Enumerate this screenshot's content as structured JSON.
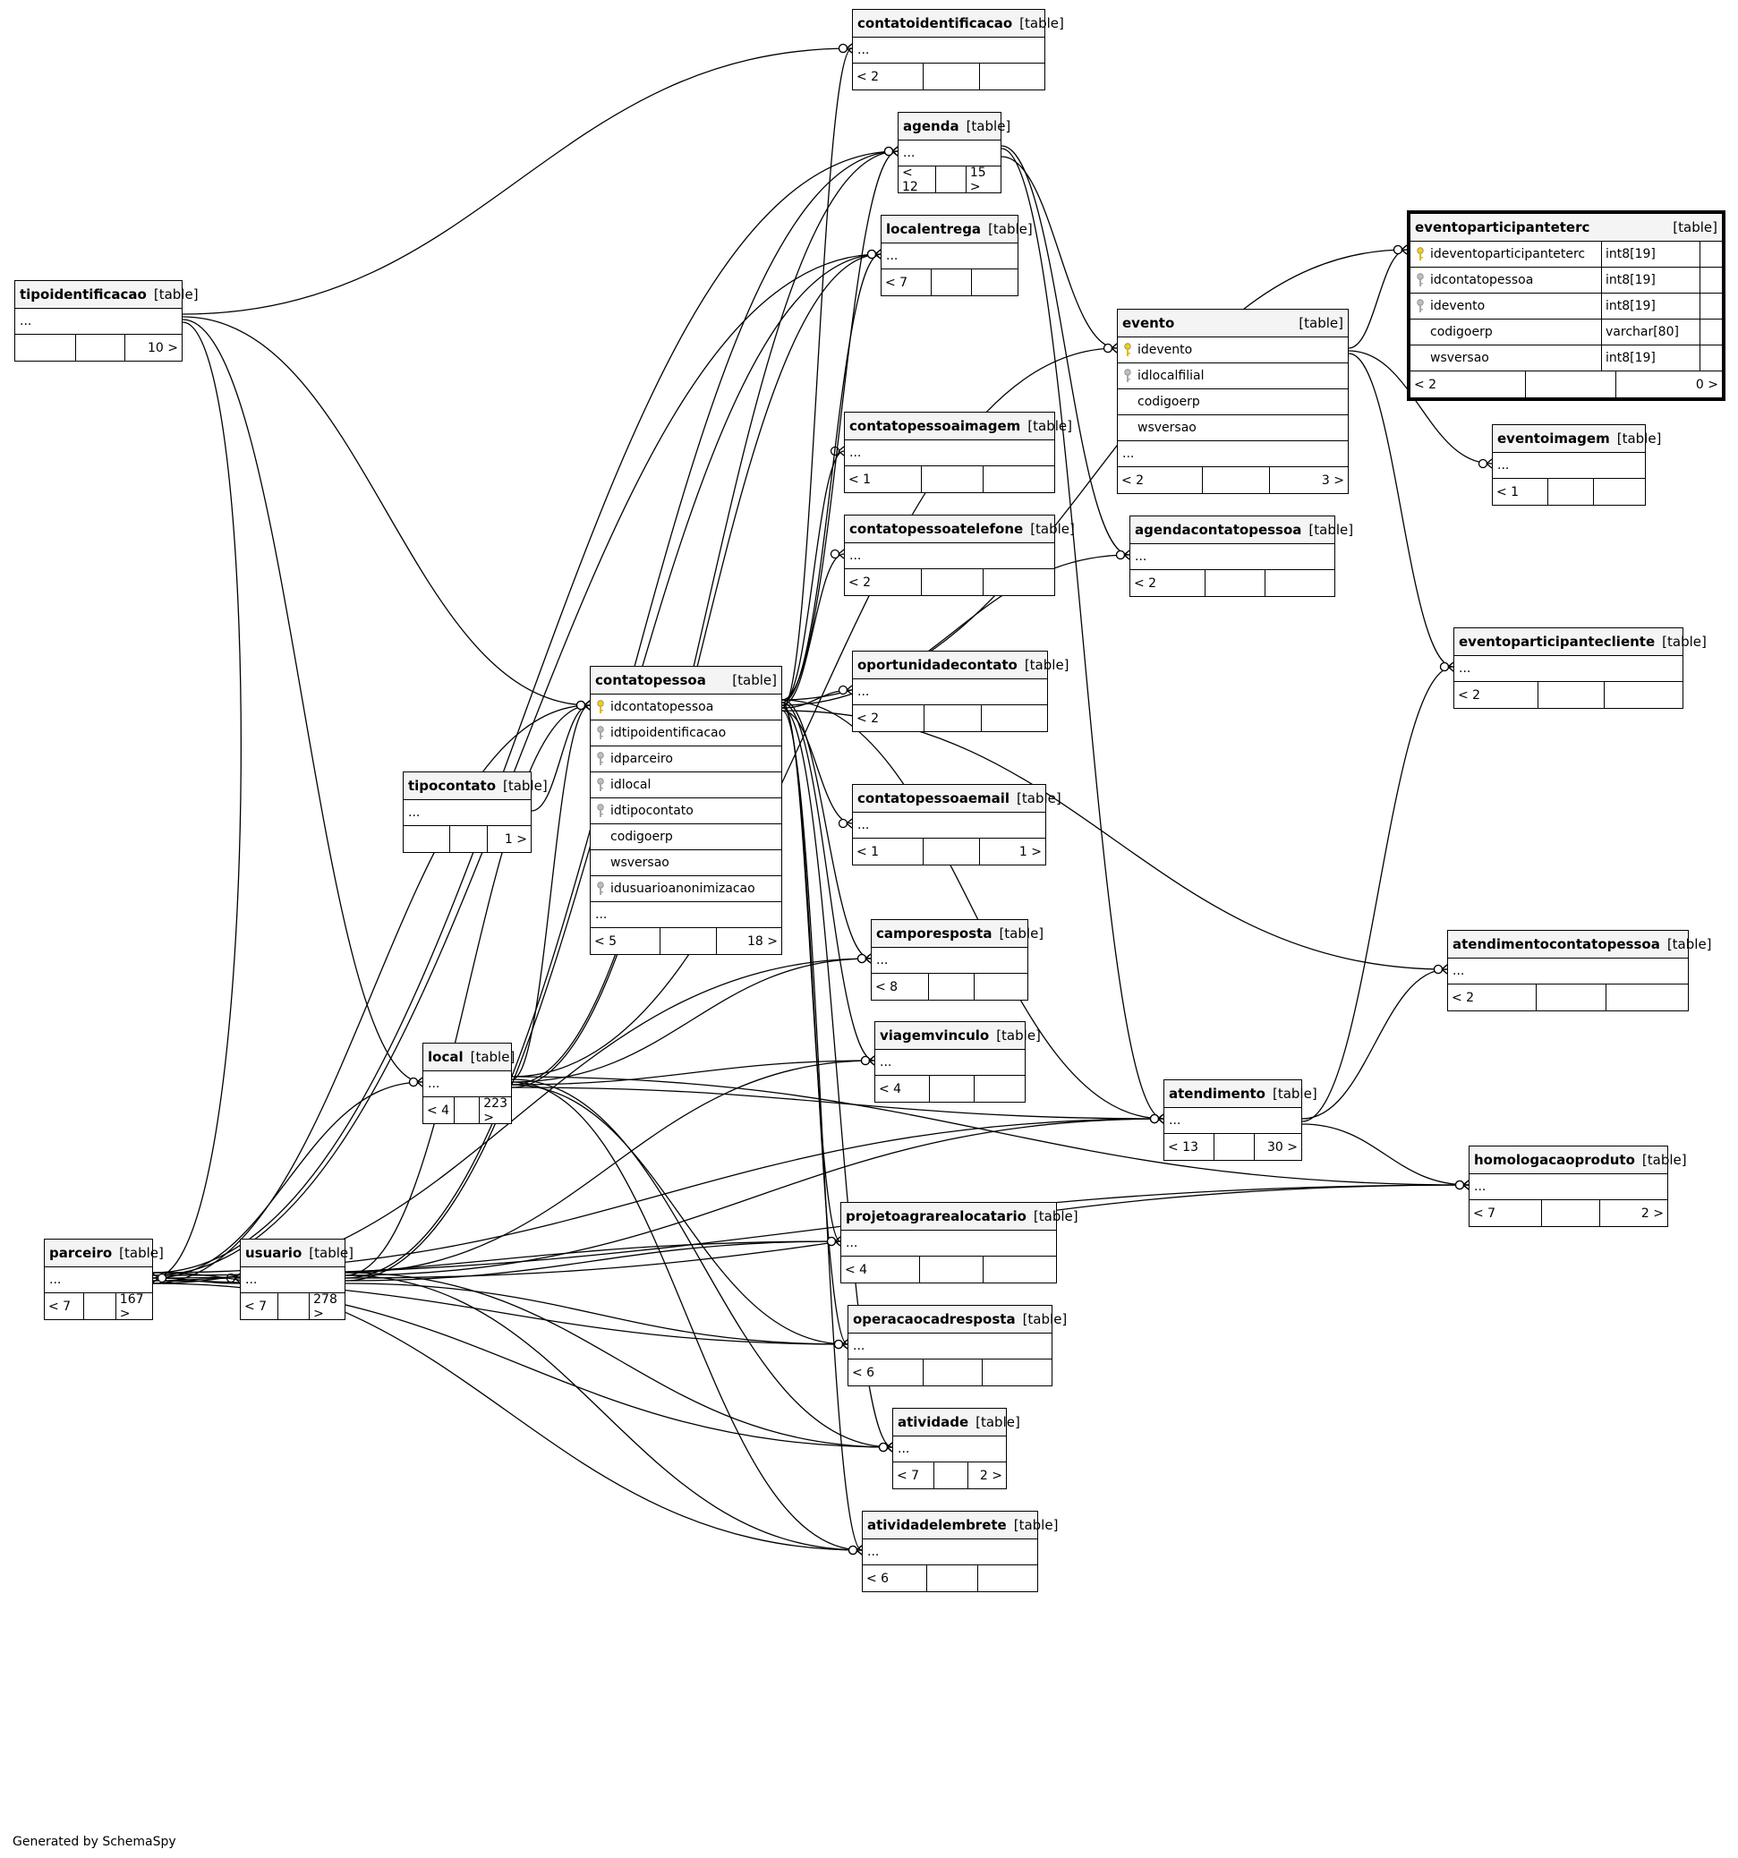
{
  "footer_text": "Generated by SchemaSpy",
  "tables": [
    {
      "id": "contatoidentificacao",
      "name": "contatoidentificacao",
      "type": "[table]",
      "columns": [],
      "ellipsis": "...",
      "left": "< 2",
      "right": ""
    },
    {
      "id": "agenda",
      "name": "agenda",
      "type": "[table]",
      "columns": [],
      "ellipsis": "...",
      "left": "< 12",
      "right": "15 >"
    },
    {
      "id": "localentrega",
      "name": "localentrega",
      "type": "[table]",
      "columns": [],
      "ellipsis": "...",
      "left": "< 7",
      "right": ""
    },
    {
      "id": "tipoidentificacao",
      "name": "tipoidentificacao",
      "type": "[table]",
      "columns": [],
      "ellipsis": "...",
      "left": "",
      "right": "10 >"
    },
    {
      "id": "eventoparticipanteterc",
      "name": "eventoparticipanteterc",
      "type": "[table]",
      "focus": true,
      "columns": [
        {
          "name": "ideventoparticipanteterc",
          "type": "int8[19]",
          "key": "pk"
        },
        {
          "name": "idcontatopessoa",
          "type": "int8[19]",
          "key": "fk"
        },
        {
          "name": "idevento",
          "type": "int8[19]",
          "key": "fk"
        },
        {
          "name": "codigoerp",
          "type": "varchar[80]",
          "key": ""
        },
        {
          "name": "wsversao",
          "type": "int8[19]",
          "key": ""
        }
      ],
      "ellipsis": null,
      "left": "< 2",
      "right": "0 >"
    },
    {
      "id": "evento",
      "name": "evento",
      "type": "[table]",
      "columns": [
        {
          "name": "idevento",
          "key": "pk"
        },
        {
          "name": "idlocalfilial",
          "key": "fk"
        },
        {
          "name": "codigoerp",
          "key": ""
        },
        {
          "name": "wsversao",
          "key": ""
        }
      ],
      "ellipsis": "...",
      "left": "< 2",
      "right": "3 >"
    },
    {
      "id": "eventoimagem",
      "name": "eventoimagem",
      "type": "[table]",
      "columns": [],
      "ellipsis": "...",
      "left": "< 1",
      "right": ""
    },
    {
      "id": "contatopessoaimagem",
      "name": "contatopessoaimagem",
      "type": "[table]",
      "columns": [],
      "ellipsis": "...",
      "left": "< 1",
      "right": ""
    },
    {
      "id": "contatopessoatelefone",
      "name": "contatopessoatelefone",
      "type": "[table]",
      "columns": [],
      "ellipsis": "...",
      "left": "< 2",
      "right": ""
    },
    {
      "id": "agendacontatopessoa",
      "name": "agendacontatopessoa",
      "type": "[table]",
      "columns": [],
      "ellipsis": "...",
      "left": "< 2",
      "right": ""
    },
    {
      "id": "eventoparticipantecliente",
      "name": "eventoparticipantecliente",
      "type": "[table]",
      "columns": [],
      "ellipsis": "...",
      "left": "< 2",
      "right": ""
    },
    {
      "id": "contatopessoa",
      "name": "contatopessoa",
      "type": "[table]",
      "columns": [
        {
          "name": "idcontatopessoa",
          "key": "pk"
        },
        {
          "name": "idtipoidentificacao",
          "key": "fk"
        },
        {
          "name": "idparceiro",
          "key": "fk"
        },
        {
          "name": "idlocal",
          "key": "fk"
        },
        {
          "name": "idtipocontato",
          "key": "fk"
        },
        {
          "name": "codigoerp",
          "key": ""
        },
        {
          "name": "wsversao",
          "key": ""
        },
        {
          "name": "idusuarioanonimizacao",
          "key": "fk"
        }
      ],
      "ellipsis": "...",
      "left": "< 5",
      "right": "18 >"
    },
    {
      "id": "oportunidadecontato",
      "name": "oportunidadecontato",
      "type": "[table]",
      "columns": [],
      "ellipsis": "...",
      "left": "< 2",
      "right": ""
    },
    {
      "id": "tipocontato",
      "name": "tipocontato",
      "type": "[table]",
      "columns": [],
      "ellipsis": "...",
      "left": "",
      "right": "1 >"
    },
    {
      "id": "contatopessoaemail",
      "name": "contatopessoaemail",
      "type": "[table]",
      "columns": [],
      "ellipsis": "...",
      "left": "< 1",
      "right": "1 >"
    },
    {
      "id": "camporesposta",
      "name": "camporesposta",
      "type": "[table]",
      "columns": [],
      "ellipsis": "...",
      "left": "< 8",
      "right": ""
    },
    {
      "id": "atendimentocontatopessoa",
      "name": "atendimentocontatopessoa",
      "type": "[table]",
      "columns": [],
      "ellipsis": "...",
      "left": "< 2",
      "right": ""
    },
    {
      "id": "viagemvinculo",
      "name": "viagemvinculo",
      "type": "[table]",
      "columns": [],
      "ellipsis": "...",
      "left": "< 4",
      "right": ""
    },
    {
      "id": "local",
      "name": "local",
      "type": "[table]",
      "columns": [],
      "ellipsis": "...",
      "left": "< 4",
      "right": "223 >"
    },
    {
      "id": "atendimento",
      "name": "atendimento",
      "type": "[table]",
      "columns": [],
      "ellipsis": "...",
      "left": "< 13",
      "right": "30 >"
    },
    {
      "id": "homologacaoproduto",
      "name": "homologacaoproduto",
      "type": "[table]",
      "columns": [],
      "ellipsis": "...",
      "left": "< 7",
      "right": "2 >"
    },
    {
      "id": "parceiro",
      "name": "parceiro",
      "type": "[table]",
      "columns": [],
      "ellipsis": "...",
      "left": "< 7",
      "right": "167 >"
    },
    {
      "id": "usuario",
      "name": "usuario",
      "type": "[table]",
      "columns": [],
      "ellipsis": "...",
      "left": "< 7",
      "right": "278 >"
    },
    {
      "id": "projetoagrarealocatario",
      "name": "projetoagrarealocatario",
      "type": "[table]",
      "columns": [],
      "ellipsis": "...",
      "left": "< 4",
      "right": ""
    },
    {
      "id": "operacaocadresposta",
      "name": "operacaocadresposta",
      "type": "[table]",
      "columns": [],
      "ellipsis": "...",
      "left": "< 6",
      "right": ""
    },
    {
      "id": "atividade",
      "name": "atividade",
      "type": "[table]",
      "columns": [],
      "ellipsis": "...",
      "left": "< 7",
      "right": "2 >"
    },
    {
      "id": "atividadelembrete",
      "name": "atividadelembrete",
      "type": "[table]",
      "columns": [],
      "ellipsis": "...",
      "left": "< 6",
      "right": ""
    }
  ],
  "relationships": [
    [
      "tipoidentificacao",
      "contatoidentificacao"
    ],
    [
      "tipoidentificacao",
      "contatopessoa"
    ],
    [
      "tipoidentificacao",
      "local"
    ],
    [
      "tipoidentificacao",
      "parceiro"
    ],
    [
      "agenda",
      "evento"
    ],
    [
      "agenda",
      "agendacontatopessoa"
    ],
    [
      "agenda",
      "atendimento"
    ],
    [
      "evento",
      "eventoparticipanteterc"
    ],
    [
      "evento",
      "eventoimagem"
    ],
    [
      "evento",
      "eventoparticipantecliente"
    ],
    [
      "contatopessoa",
      "eventoparticipanteterc"
    ],
    [
      "contatopessoa",
      "contatopessoaimagem"
    ],
    [
      "contatopessoa",
      "contatopessoatelefone"
    ],
    [
      "contatopessoa",
      "oportunidadecontato"
    ],
    [
      "contatopessoa",
      "contatopessoaemail"
    ],
    [
      "contatopessoa",
      "camporesposta"
    ],
    [
      "contatopessoa",
      "viagemvinculo"
    ],
    [
      "contatopessoa",
      "agendacontatopessoa"
    ],
    [
      "contatopessoa",
      "contatoidentificacao"
    ],
    [
      "contatopessoa",
      "atendimentocontatopessoa"
    ],
    [
      "contatopessoa",
      "atendimento"
    ],
    [
      "contatopessoa",
      "projetoagrarealocatario"
    ],
    [
      "contatopessoa",
      "operacaocadresposta"
    ],
    [
      "contatopessoa",
      "atividade"
    ],
    [
      "contatopessoa",
      "atividadelembrete"
    ],
    [
      "contatopessoa",
      "agenda"
    ],
    [
      "contatopessoa",
      "localentrega"
    ],
    [
      "tipocontato",
      "contatopessoa"
    ],
    [
      "local",
      "agenda"
    ],
    [
      "local",
      "localentrega"
    ],
    [
      "local",
      "evento"
    ],
    [
      "local",
      "contatopessoa"
    ],
    [
      "local",
      "camporesposta"
    ],
    [
      "local",
      "viagemvinculo"
    ],
    [
      "local",
      "atendimento"
    ],
    [
      "local",
      "homologacaoproduto"
    ],
    [
      "local",
      "atividade"
    ],
    [
      "local",
      "atividadelembrete"
    ],
    [
      "local",
      "operacaocadresposta"
    ],
    [
      "parceiro",
      "contatopessoa"
    ],
    [
      "parceiro",
      "agenda"
    ],
    [
      "parceiro",
      "localentrega"
    ],
    [
      "parceiro",
      "local"
    ],
    [
      "parceiro",
      "usuario"
    ],
    [
      "parceiro",
      "camporesposta"
    ],
    [
      "parceiro",
      "atendimento"
    ],
    [
      "parceiro",
      "homologacaoproduto"
    ],
    [
      "parceiro",
      "projetoagrarealocatario"
    ],
    [
      "parceiro",
      "operacaocadresposta"
    ],
    [
      "parceiro",
      "atividade"
    ],
    [
      "parceiro",
      "atividadelembrete"
    ],
    [
      "usuario",
      "contatopessoa"
    ],
    [
      "usuario",
      "agenda"
    ],
    [
      "usuario",
      "localentrega"
    ],
    [
      "usuario",
      "parceiro"
    ],
    [
      "usuario",
      "viagemvinculo"
    ],
    [
      "usuario",
      "atendimento"
    ],
    [
      "usuario",
      "homologacaoproduto"
    ],
    [
      "usuario",
      "projetoagrarealocatario"
    ],
    [
      "usuario",
      "operacaocadresposta"
    ],
    [
      "usuario",
      "atividade"
    ],
    [
      "usuario",
      "atividadelembrete"
    ],
    [
      "atendimento",
      "atendimentocontatopessoa"
    ],
    [
      "atendimento",
      "eventoparticipantecliente"
    ],
    [
      "atendimento",
      "homologacaoproduto"
    ]
  ]
}
